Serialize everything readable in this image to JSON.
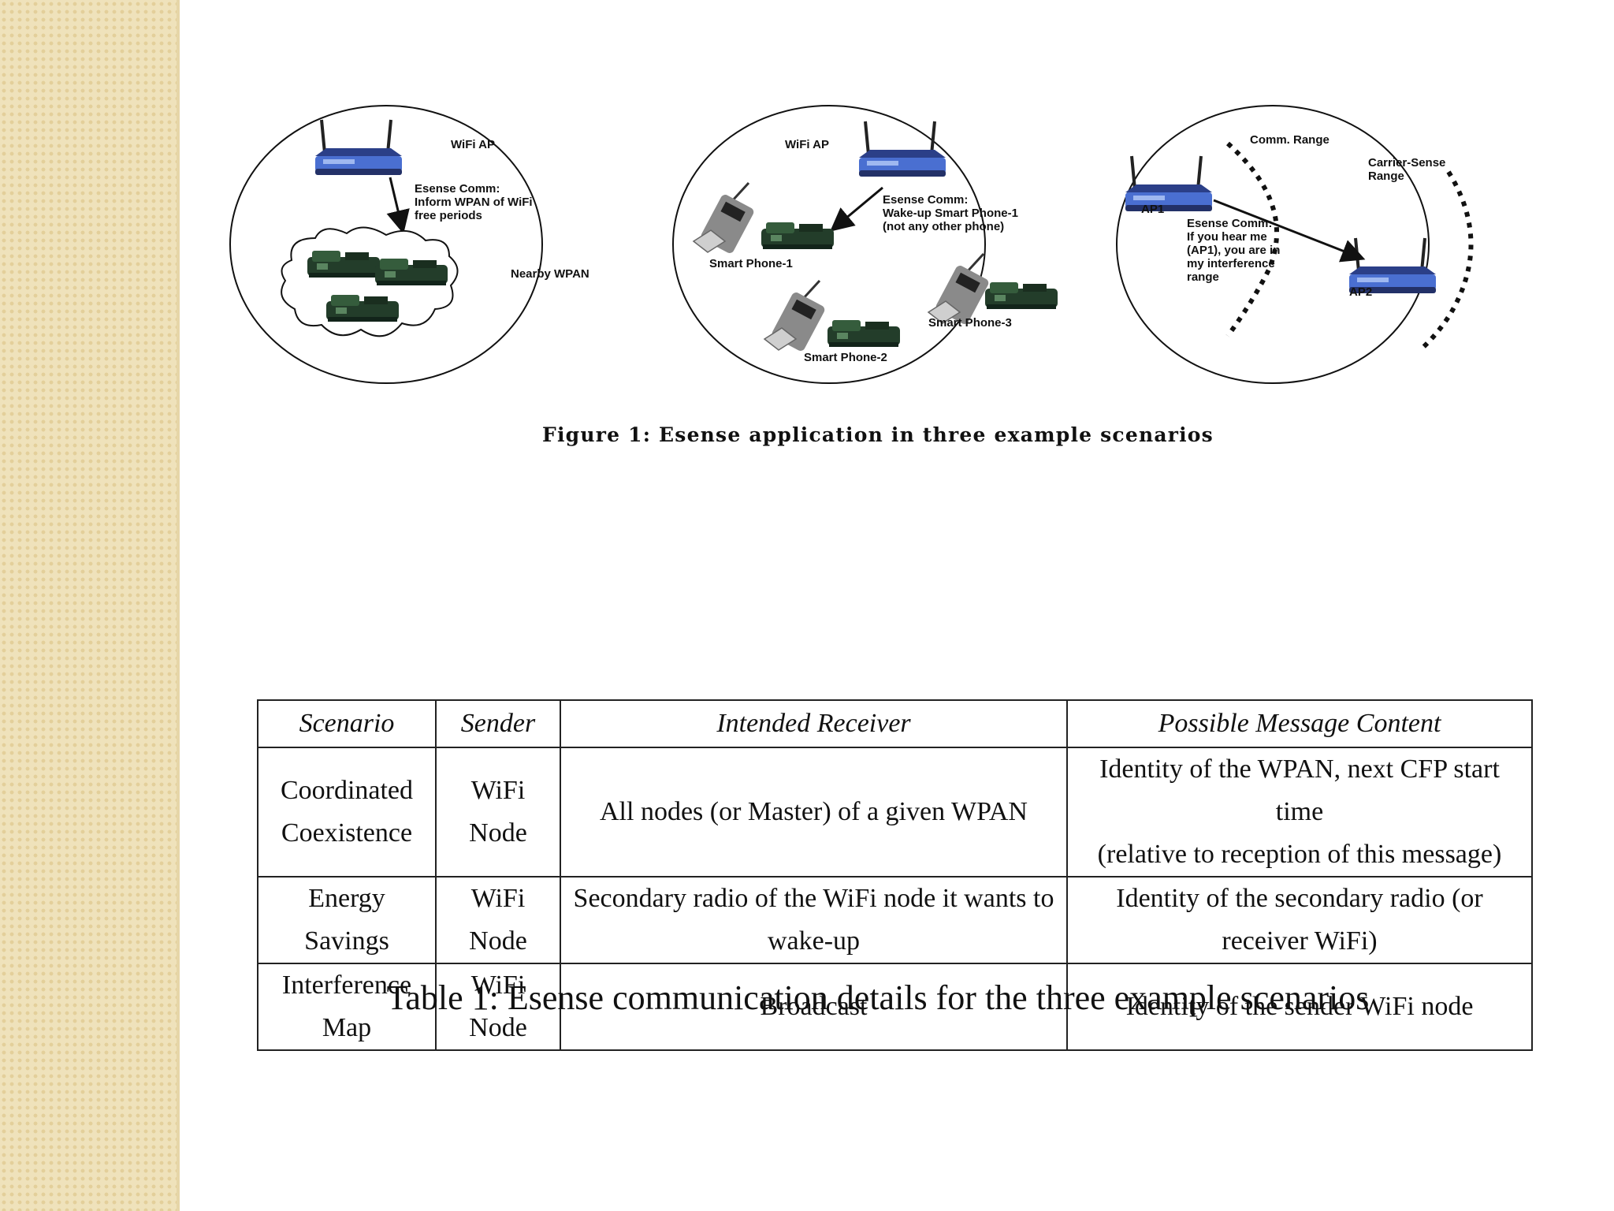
{
  "figure": {
    "caption": "Figure 1: Esense application in three example scenarios",
    "scenario1": {
      "ap_label": "WiFi AP",
      "comm_lines": [
        "Esense Comm:",
        "Inform WPAN of WiFi",
        "free periods"
      ],
      "wpan_label": "Nearby WPAN"
    },
    "scenario2": {
      "ap_label": "WiFi AP",
      "comm_lines": [
        "Esense Comm:",
        "Wake-up Smart Phone-1",
        "(not any other phone)"
      ],
      "phone1": "Smart Phone-1",
      "phone2": "Smart Phone-2",
      "phone3": "Smart Phone-3"
    },
    "scenario3": {
      "comm_range": "Comm. Range",
      "cs_range_lines": [
        "Carrier-Sense",
        "Range"
      ],
      "ap1": "AP1",
      "ap2": "AP2",
      "comm_lines": [
        "Esense Comm:",
        "If you hear me",
        "(AP1), you are in",
        "my interference",
        "range"
      ]
    }
  },
  "table": {
    "caption": "Table 1: Esense communication details for the three example scenarios",
    "headers": [
      "Scenario",
      "Sender",
      "Intended Receiver",
      "Possible Message Content"
    ],
    "rows": [
      {
        "scenario": [
          "Coordinated",
          "Coexistence"
        ],
        "sender": "WiFi Node",
        "receiver": "All nodes (or Master) of a given WPAN",
        "content": [
          "Identity of the WPAN, next CFP start time",
          "(relative to reception of this message)"
        ]
      },
      {
        "scenario": [
          "Energy Savings"
        ],
        "sender": "WiFi Node",
        "receiver": "Secondary radio of the WiFi node it wants to wake-up",
        "content": [
          "Identity of the secondary radio (or receiver WiFi)"
        ]
      },
      {
        "scenario": [
          "Interference Map"
        ],
        "sender": "WiFi Node",
        "receiver": "Broadcast",
        "content": [
          "Identity of the sender WiFi node"
        ]
      }
    ]
  }
}
